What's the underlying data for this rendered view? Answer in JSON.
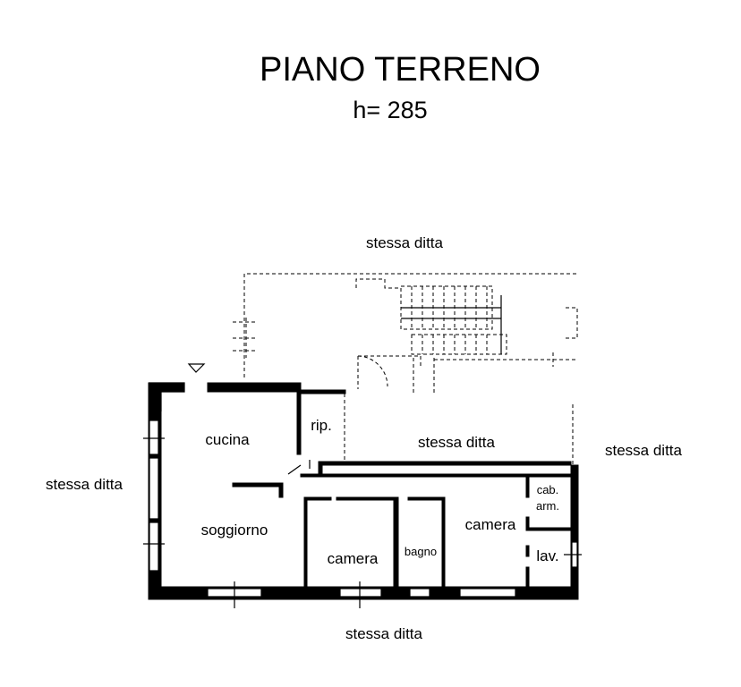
{
  "header": {
    "title": "PIANO TERRENO",
    "height_note": "h= 285"
  },
  "neighbors": {
    "top": "stessa ditta",
    "left": "stessa ditta",
    "right": "stessa ditta",
    "bottom": "stessa ditta",
    "interior": "stessa ditta"
  },
  "rooms": {
    "kitchen": "cucina",
    "storage": "rip.",
    "living": "soggiorno",
    "bedroom_1": "camera",
    "bathroom": "bagno",
    "bedroom_2": "camera",
    "closet_1": "cab.",
    "closet_2": "arm.",
    "laundry": "lav."
  }
}
